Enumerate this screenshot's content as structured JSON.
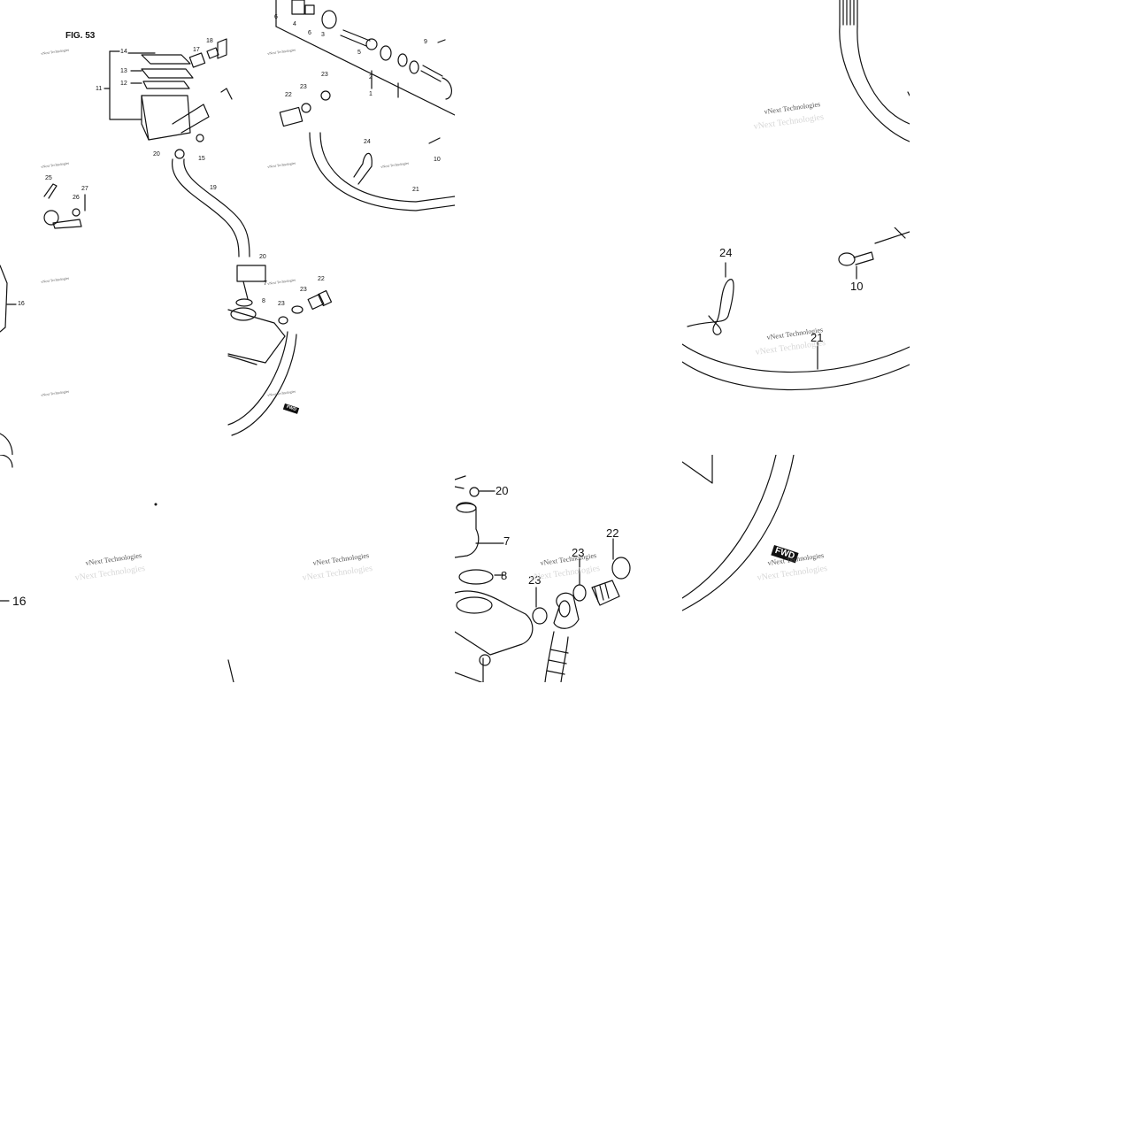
{
  "figure": {
    "title": "FIG. 53",
    "watermark": "vNext Technologies",
    "fwd_mark": "FWD"
  },
  "tiles": {
    "overview": {
      "labels": [
        "14",
        "13",
        "12",
        "11",
        "17",
        "18",
        "20",
        "15",
        "19",
        "25",
        "27",
        "26",
        "16",
        "20",
        "7",
        "8",
        "23",
        "22",
        "23",
        "6",
        "4",
        "6",
        "3",
        "5",
        "9",
        "2",
        "1",
        "22",
        "23",
        "23",
        "24",
        "10",
        "21"
      ]
    },
    "hose_top": {
      "labels": []
    },
    "clip_screw": {
      "labels": [
        "24",
        "10",
        "21"
      ]
    },
    "left_part": {
      "labels": [
        "16"
      ]
    },
    "watermark_tile": {
      "labels": []
    },
    "lower_caliper": {
      "labels": [
        "20",
        "7",
        "8",
        "23",
        "23",
        "22"
      ]
    },
    "hose_bottom": {
      "labels": []
    }
  }
}
